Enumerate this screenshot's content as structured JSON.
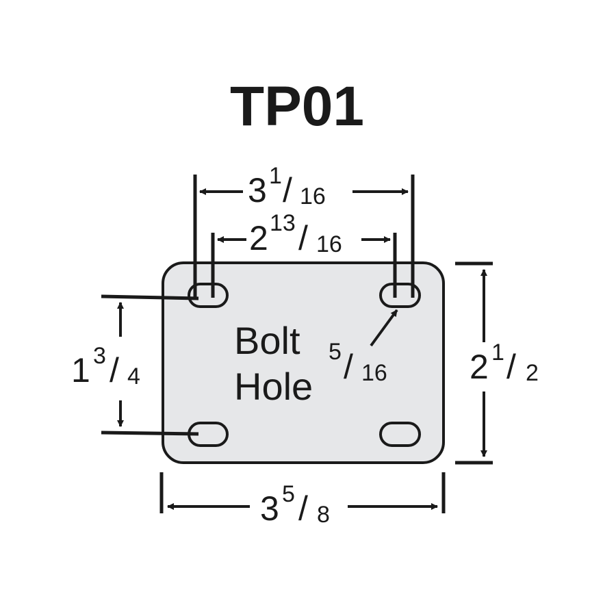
{
  "title": "TP01",
  "colors": {
    "ink": "#1a1a1a",
    "plate": "#e6e7e9",
    "background": "#ffffff"
  },
  "dimensions": {
    "outer_hole_spacing": {
      "whole": "3",
      "num": "1",
      "den": "16"
    },
    "inner_hole_spacing": {
      "whole": "2",
      "num": "13",
      "den": "16"
    },
    "hole_row_spacing": {
      "whole": "1",
      "num": "3",
      "den": "4"
    },
    "plate_height": {
      "whole": "2",
      "num": "1",
      "den": "2"
    },
    "plate_width": {
      "whole": "3",
      "num": "5",
      "den": "8"
    },
    "bolt_hole_size": {
      "num": "5",
      "den": "16"
    }
  },
  "bolt_hole_label": {
    "line1": "Bolt",
    "line2": "Hole"
  }
}
